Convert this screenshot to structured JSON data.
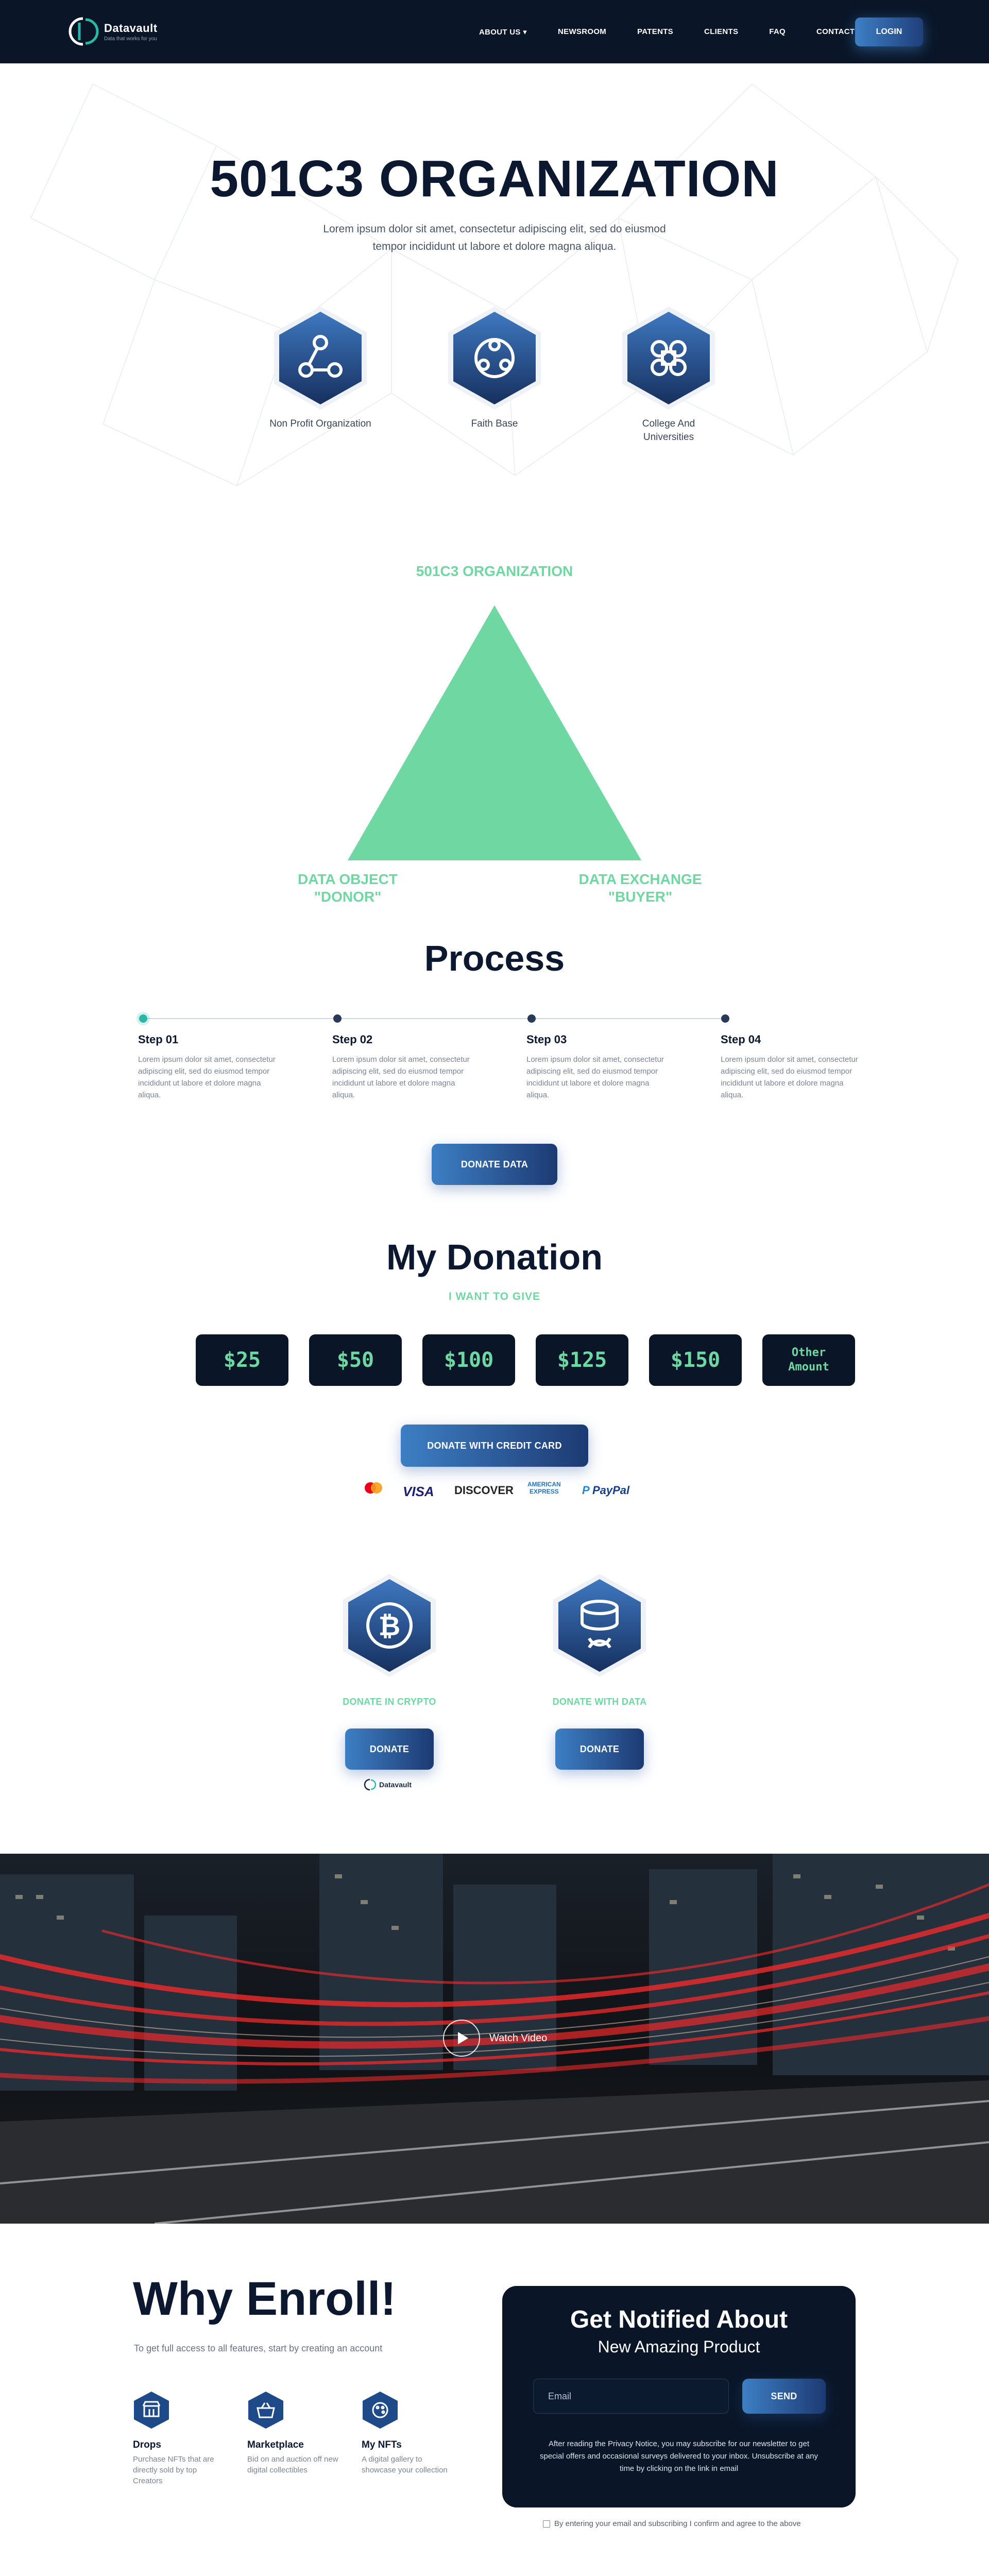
{
  "nav": {
    "logo_name": "Datavault",
    "logo_tag": "Data that works for you",
    "items": [
      {
        "label": "ABOUT US ▾"
      },
      {
        "label": "NEWSROOM"
      },
      {
        "label": "PATENTS"
      },
      {
        "label": "CLIENTS"
      },
      {
        "label": "FAQ"
      },
      {
        "label": "CONTACT"
      }
    ],
    "login": "LOGIN"
  },
  "hero": {
    "title": "501C3 ORGANIZATION",
    "subtitle": "Lorem ipsum dolor sit amet, consectetur adipiscing elit, sed do eiusmod tempor incididunt ut labore et dolore magna aliqua.",
    "cards": [
      {
        "label": "Non Profit Organization",
        "icon": "network-nodes-icon"
      },
      {
        "label": "Faith Base",
        "icon": "community-icon"
      },
      {
        "label": "College And Universities",
        "icon": "command-icon"
      }
    ]
  },
  "triangle": {
    "top": "501C3 ORGANIZATION",
    "left_line1": "DATA OBJECT",
    "left_line2": "\"DONOR\"",
    "right_line1": "DATA EXCHANGE",
    "right_line2": "\"BUYER\"",
    "color": "#6fd7a2"
  },
  "process": {
    "title": "Process",
    "steps": [
      {
        "title": "Step 01",
        "text": "Lorem ipsum dolor sit amet, consectetur adipiscing elit, sed do eiusmod tempor incididunt ut labore et dolore magna aliqua."
      },
      {
        "title": "Step 02",
        "text": "Lorem ipsum dolor sit amet, consectetur adipiscing elit, sed do eiusmod tempor incididunt ut labore et dolore magna aliqua."
      },
      {
        "title": "Step 03",
        "text": "Lorem ipsum dolor sit amet, consectetur adipiscing elit, sed do eiusmod tempor incididunt ut labore et dolore magna aliqua."
      },
      {
        "title": "Step 04",
        "text": "Lorem ipsum dolor sit amet, consectetur adipiscing elit, sed do eiusmod tempor incididunt ut labore et dolore magna aliqua."
      }
    ],
    "button": "DONATE DATA"
  },
  "donation": {
    "title": "My Donation",
    "subtitle": "I WANT TO GIVE",
    "amounts": [
      "$25",
      "$50",
      "$100",
      "$125",
      "$150"
    ],
    "other_line1": "Other",
    "other_line2": "Amount",
    "card_button": "DONATE WITH CREDIT CARD",
    "cards": [
      "VISA",
      "DISCOVER",
      "AMERICAN",
      "EXPRESS",
      "PayPal"
    ]
  },
  "crypto": {
    "left_label": "DONATE IN CRYPTO",
    "right_label": "DONATE WITH DATA",
    "button": "DONATE",
    "small_logo": "Datavault"
  },
  "video": {
    "label": "Watch Video"
  },
  "enroll": {
    "title": "Why Enroll!",
    "subtitle": "To get full access to all features, start by creating an account",
    "features": [
      {
        "title": "Drops",
        "text": "Purchase NFTs that are directly sold by top Creators"
      },
      {
        "title": "Marketplace",
        "text": "Bid on and auction off new digital collectibles"
      },
      {
        "title": "My NFTs",
        "text": "A digital gallery to showcase your collection"
      }
    ]
  },
  "notify": {
    "title": "Get Notified About",
    "subtitle": "New Amazing Product",
    "email_placeholder": "Email",
    "send": "SEND",
    "note": "After reading the Privacy Notice, you may subscribe for our newsletter to get special offers and occasional surveys delivered to your inbox. Unsubscribe at any time  by clicking on the link in email",
    "agree": "By entering your email and subscribing I confirm and agree to the above"
  }
}
